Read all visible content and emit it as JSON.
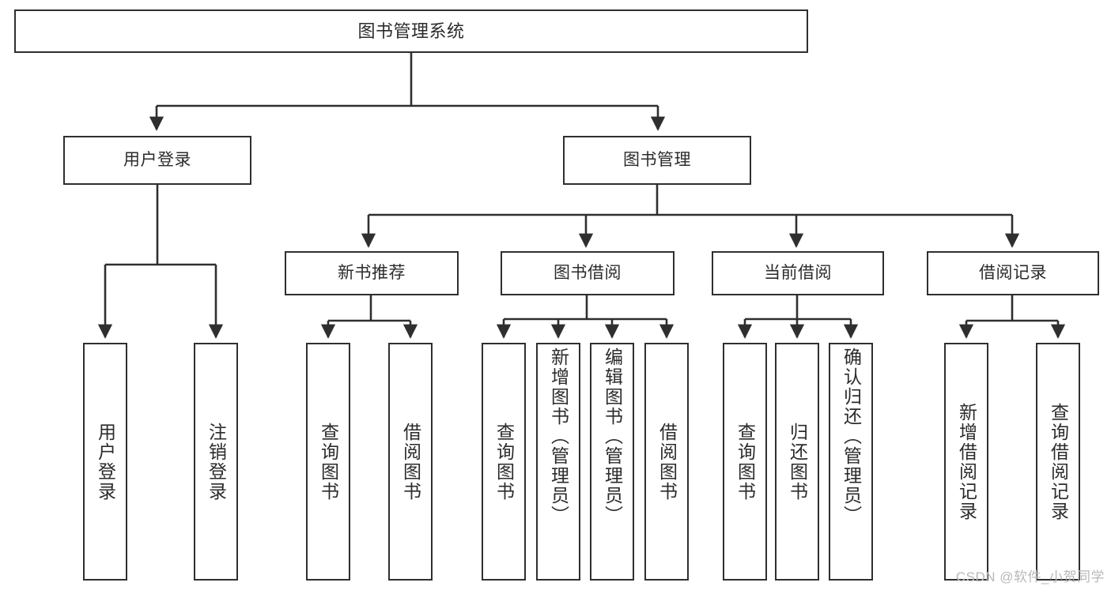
{
  "diagram": {
    "title": "图书管理系统",
    "type": "tree",
    "colors": {
      "background": "#ffffff",
      "box_border": "#2f2f2f",
      "box_fill": "#ffffff",
      "text": "#2b2b2b",
      "edge": "#2f2f2f",
      "watermark": "#b8b8b8"
    },
    "watermark": "CSDN @软件_小贺同学",
    "nodes": {
      "root": {
        "label": "图书管理系统"
      },
      "level2": [
        {
          "label": "用户登录"
        },
        {
          "label": "图书管理"
        }
      ],
      "level3": [
        {
          "label": "新书推荐"
        },
        {
          "label": "图书借阅"
        },
        {
          "label": "当前借阅"
        },
        {
          "label": "借阅记录"
        }
      ],
      "leaves_user_login": [
        {
          "label": "用户登录"
        },
        {
          "label": "注销登录"
        }
      ],
      "leaves_new_book": [
        {
          "label": "查询图书"
        },
        {
          "label": "借阅图书"
        }
      ],
      "leaves_borrow": [
        {
          "label": "查询图书"
        },
        {
          "label": "新增图书（管理员）"
        },
        {
          "label": "编辑图书（管理员）"
        },
        {
          "label": "借阅图书"
        }
      ],
      "leaves_current": [
        {
          "label": "查询图书"
        },
        {
          "label": "归还图书"
        },
        {
          "label": "确认归还（管理员）"
        }
      ],
      "leaves_records": [
        {
          "label": "新增借阅记录"
        },
        {
          "label": "查询借阅记录"
        }
      ]
    }
  }
}
